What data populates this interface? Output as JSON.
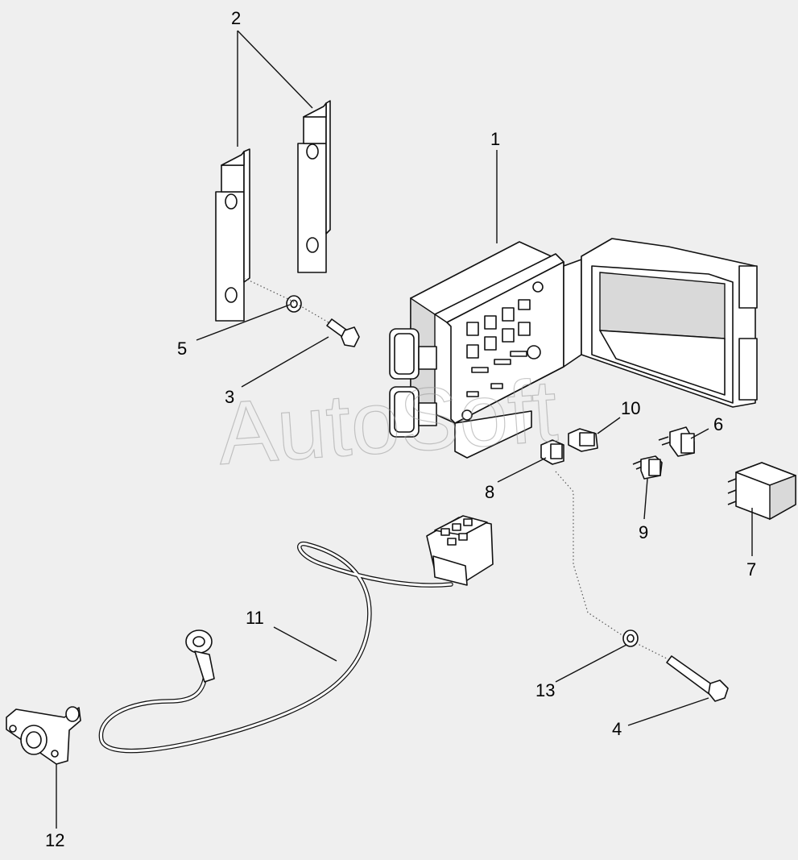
{
  "diagram": {
    "watermark": "AutoSoft",
    "callouts": [
      {
        "id": "1",
        "label": "1"
      },
      {
        "id": "2",
        "label": "2"
      },
      {
        "id": "3",
        "label": "3"
      },
      {
        "id": "4",
        "label": "4"
      },
      {
        "id": "5",
        "label": "5"
      },
      {
        "id": "6",
        "label": "6"
      },
      {
        "id": "7",
        "label": "7"
      },
      {
        "id": "8",
        "label": "8"
      },
      {
        "id": "9",
        "label": "9"
      },
      {
        "id": "10",
        "label": "10"
      },
      {
        "id": "11",
        "label": "11"
      },
      {
        "id": "12",
        "label": "12"
      },
      {
        "id": "13",
        "label": "13"
      }
    ]
  },
  "colors": {
    "background": "#efefef",
    "line": "#111111",
    "fill": "#ffffff",
    "watermark": "#9a9a9a"
  }
}
